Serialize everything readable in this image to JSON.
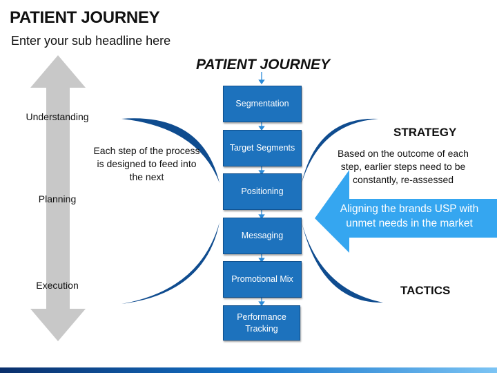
{
  "header": {
    "title": "PATIENT JOURNEY",
    "subtitle": "Enter your sub headline here"
  },
  "diagram": {
    "center_title": "PATIENT JOURNEY",
    "steps": [
      "Segmentation",
      "Target Segments",
      "Positioning",
      "Messaging",
      "Promotional Mix",
      "Performance Tracking"
    ],
    "axis_labels": [
      "Understanding",
      "Planning",
      "Execution"
    ],
    "left_note": "Each step of the process is designed to feed into the next",
    "strategy": {
      "heading": "STRATEGY",
      "text": "Based on the outcome of each step, earlier steps need to be constantly, re-assessed"
    },
    "tactics": {
      "heading": "TACTICS"
    },
    "callout": "Aligning the brands USP with unmet needs in the market"
  },
  "colors": {
    "step_fill": "#1d72bd",
    "arc": "#0f4c8f",
    "callout_arrow": "#35a6f0",
    "axis_arrow": "#c8c8c8"
  }
}
